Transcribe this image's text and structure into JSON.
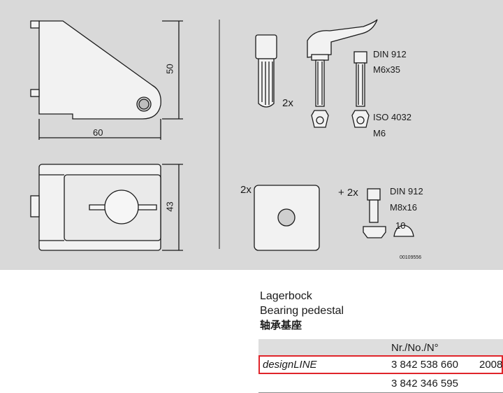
{
  "drawing": {
    "dim_width": "60",
    "dim_height": "50",
    "dim_depth": "43",
    "qty_pins": "2x",
    "qty_plate": "2x",
    "qty_screw": "+ 2x",
    "din912_a": "DIN 912",
    "m6x35": "M6x35",
    "iso4032": "ISO 4032",
    "m6": "M6",
    "din912_b": "DIN 912",
    "m8x16": "M8x16",
    "dim_10": "10",
    "drawing_code": "00109556"
  },
  "product": {
    "name_de": "Lagerbock",
    "name_en": "Bearing pedestal",
    "name_zh": "轴承基座"
  },
  "table": {
    "header": "Nr./No./N°",
    "rows": [
      {
        "line": "designLINE",
        "number": "3 842 538 660",
        "year": "2008"
      },
      {
        "line": "",
        "number": "3 842 346 595",
        "year": ""
      }
    ]
  }
}
